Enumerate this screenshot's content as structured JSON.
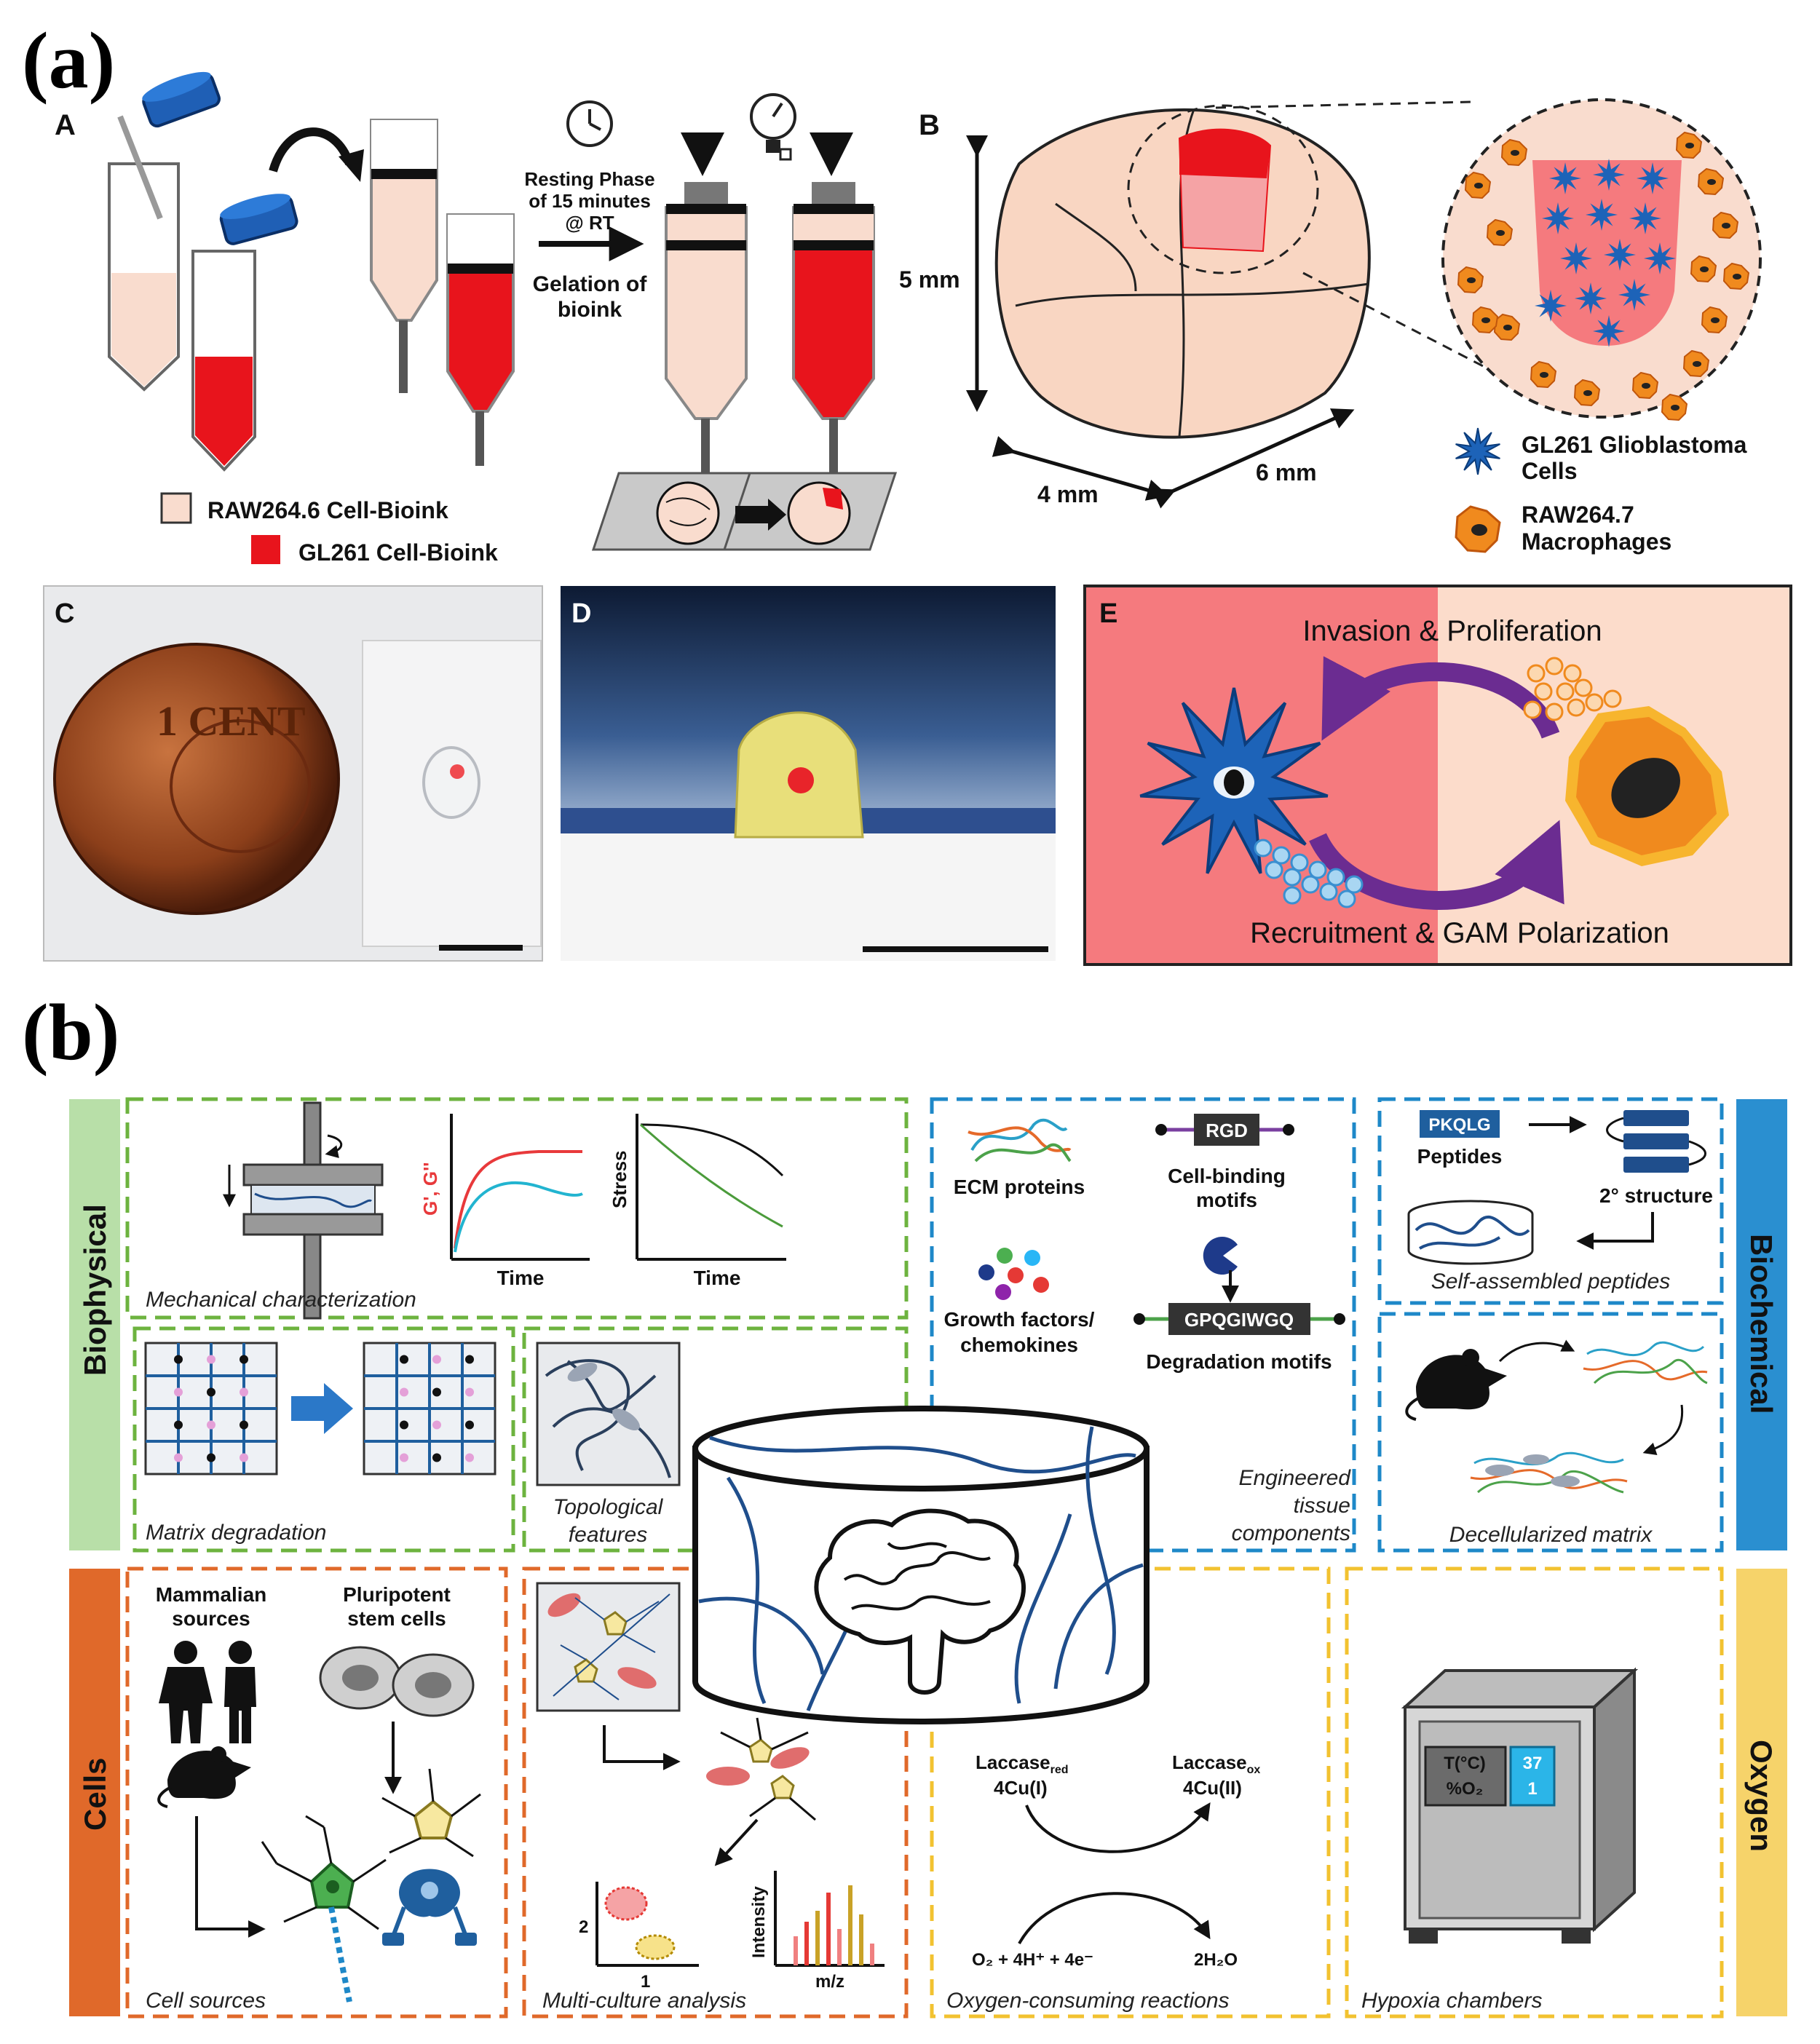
{
  "colors": {
    "bioink_light": "#f9dcce",
    "bioink_red": "#e8141c",
    "cap_blue": "#1f5fb5",
    "glioblastoma_blue": "#1d63b8",
    "macrophage_orange": "#f08a1e",
    "panel_e_left": "#f57a7e",
    "panel_e_right": "#fcdccb",
    "arrow_purple": "#6b2c91",
    "biophysical_green": "#6db33f",
    "biochemical_blue": "#1e88c8",
    "cells_orange": "#e0692a",
    "oxygen_yellow": "#f2c230"
  },
  "panel_a": {
    "label": "(a)",
    "sub_a": {
      "letter": "A",
      "legend_raw": "RAW264.6 Cell-Bioink",
      "legend_gl": "GL261 Cell-Bioink",
      "resting_line1": "Resting Phase",
      "resting_line2": "of 15 minutes",
      "resting_line3": "@ RT",
      "gelation_line1": "Gelation of",
      "gelation_line2": "bioink"
    },
    "sub_b": {
      "letter": "B",
      "dim_height": "5 mm",
      "dim_width": "4 mm",
      "dim_depth": "6 mm",
      "legend_gl_line1": "GL261 Glioblastoma",
      "legend_gl_line2": "Cells",
      "legend_raw_line1": "RAW264.7",
      "legend_raw_line2": "Macrophages"
    },
    "sub_c": {
      "letter": "C",
      "coin_text": "1 CENT"
    },
    "sub_d": {
      "letter": "D"
    },
    "sub_e": {
      "letter": "E",
      "top_text": "Invasion & Proliferation",
      "bottom_text": "Recruitment & GAM Polarization"
    }
  },
  "panel_b": {
    "label": "(b)",
    "side_biophysical": "Biophysical",
    "side_biochemical": "Biochemical",
    "side_cells": "Cells",
    "side_oxygen": "Oxygen",
    "mech": {
      "caption": "Mechanical characterization",
      "g_axis": "G', G''",
      "stress_axis": "Stress",
      "time1": "Time",
      "time2": "Time"
    },
    "matrix_degradation": "Matrix degradation",
    "topo_line1": "Topological",
    "topo_line2": "features",
    "ecm": {
      "ecm_proteins": "ECM proteins",
      "rgd": "RGD",
      "cell_binding_line1": "Cell-binding",
      "cell_binding_line2": "motifs",
      "growth_line1": "Growth factors/",
      "growth_line2": "chemokines",
      "gpqg": "GPQGIWGQ",
      "degradation_motifs": "Degradation motifs",
      "eng_line1": "Engineered",
      "eng_line2": "tissue",
      "eng_line3": "components"
    },
    "peptides": {
      "pkqlg": "PKQLG",
      "peptides": "Peptides",
      "structure": "2° structure",
      "caption": "Self-assembled peptides"
    },
    "decell": "Decellularized matrix",
    "cells": {
      "mammalian_line1": "Mammalian",
      "mammalian_line2": "sources",
      "pluri_line1": "Pluripotent",
      "pluri_line2": "stem cells",
      "caption": "Cell sources"
    },
    "multi": {
      "axis_2": "2",
      "axis_1": "1",
      "intensity": "Intensity",
      "mz": "m/z",
      "caption": "Multi-culture analysis"
    },
    "oxygen": {
      "laccase_red": "Laccase",
      "laccase_red_sub": "red",
      "cu_i": "4Cu(I)",
      "laccase_ox": "Laccase",
      "laccase_ox_sub": "ox",
      "cu_ii": "4Cu(II)",
      "o2": "O₂ + 4H⁺ + 4e⁻",
      "h2o": "2H₂O",
      "caption": "Oxygen-consuming reactions"
    },
    "hypoxia": {
      "temp_label": "T(°C)",
      "o2_label": "%O₂",
      "temp_value": "37",
      "o2_value": "1",
      "caption": "Hypoxia chambers"
    }
  }
}
